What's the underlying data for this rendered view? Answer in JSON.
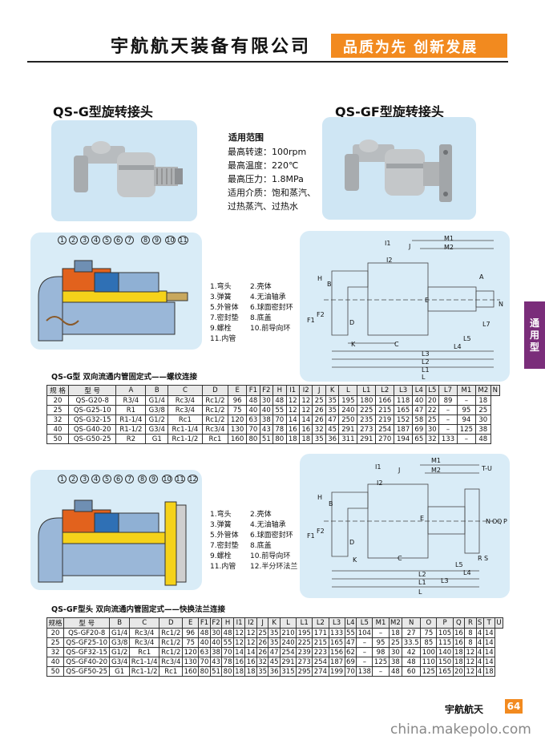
{
  "header": {
    "company": "宇航航天装备有限公司",
    "slogan": "品质为先  创新发展"
  },
  "titles": {
    "qs_g": "QS-G型旋转接头",
    "qs_gf": "QS-GF型旋转接头"
  },
  "specs": {
    "title": "适用范围",
    "lines": [
      "最高转速：100rpm",
      "最高温度：220℃",
      "最高压力：1.8MPa",
      "适用介质：饱和蒸汽、",
      "过热蒸汽、过热水"
    ]
  },
  "callouts_g": [
    "1",
    "2",
    "3",
    "4",
    "5",
    "6",
    "7",
    "8",
    "9",
    "10",
    "11"
  ],
  "callouts_gf": [
    "1",
    "2",
    "3",
    "4",
    "5",
    "6",
    "7",
    "8",
    "9",
    "10",
    "11",
    "12"
  ],
  "legend_g": [
    [
      "1.弯头",
      "2.壳体"
    ],
    [
      "3.弹簧",
      "4.无油轴承"
    ],
    [
      "5.外管体",
      "6.球面密封环"
    ],
    [
      "7.密封垫",
      "8.底盖"
    ],
    [
      "9.螺栓",
      "10.前导向环"
    ],
    [
      "11.内管",
      ""
    ]
  ],
  "legend_gf": [
    [
      "1.弯头",
      "2.壳体"
    ],
    [
      "3.弹簧",
      "4.无油轴承"
    ],
    [
      "5.外管体",
      "6.球面密封环"
    ],
    [
      "7.密封垫",
      "8.底盖"
    ],
    [
      "9.螺栓",
      "10.前导向环"
    ],
    [
      "11.内管",
      "12.半分环法兰"
    ]
  ],
  "dims_g": {
    "M1": "M1",
    "M2": "M2",
    "I1": "I1",
    "I2": "I2",
    "J": "J",
    "H": "H",
    "B": "B",
    "A": "A",
    "N": "N",
    "E": "E",
    "F1": "F1",
    "F2": "F2",
    "D": "D",
    "K": "K",
    "C": "C",
    "L7": "L7",
    "L4": "L4",
    "L5": "L5",
    "L3": "L3",
    "L2": "L2",
    "L1": "L1",
    "L": "L"
  },
  "dims_gf": {
    "M1": "M1",
    "M2": "M2",
    "I1": "I1",
    "I2": "I2",
    "J": "J",
    "TU": "T-U",
    "H": "H",
    "B": "B",
    "N": "N",
    "O": "O",
    "Q": "Q",
    "P": "P",
    "E": "E",
    "F1": "F1",
    "F2": "F2",
    "D": "D",
    "K": "K",
    "C": "C",
    "R": "R",
    "S": "S",
    "L5": "L5",
    "L4": "L4",
    "L3": "L3",
    "L2": "L2",
    "L1": "L1",
    "L": "L"
  },
  "table_g": {
    "caption": "QS-G型  双向流通内管固定式——螺纹连接",
    "headers": [
      "规 格",
      "型    号",
      "A",
      "B",
      "C",
      "D",
      "E",
      "F1",
      "F2",
      "H",
      "I1",
      "I2",
      "J",
      "K",
      "L",
      "L1",
      "L2",
      "L3",
      "L4",
      "L5",
      "L7",
      "M1",
      "M2",
      "N"
    ],
    "rows": [
      [
        "20",
        "QS-G20-8",
        "R3/4",
        "G1/4",
        "Rc3/4",
        "Rc1/2",
        "96",
        "48",
        "30",
        "48",
        "12",
        "12",
        "25",
        "35",
        "195",
        "180",
        "166",
        "118",
        "40",
        "20",
        "89",
        "–",
        "18"
      ],
      [
        "25",
        "QS-G25-10",
        "R1",
        "G3/8",
        "Rc3/4",
        "Rc1/2",
        "75",
        "40",
        "40",
        "55",
        "12",
        "12",
        "26",
        "35",
        "240",
        "225",
        "215",
        "165",
        "47",
        "22",
        "–",
        "95",
        "25"
      ],
      [
        "32",
        "QS-G32-15",
        "R1-1/4",
        "G1/2",
        "Rc1",
        "Rc1/2",
        "120",
        "63",
        "38",
        "70",
        "14",
        "14",
        "26",
        "47",
        "250",
        "235",
        "219",
        "152",
        "58",
        "25",
        "–",
        "94",
        "30"
      ],
      [
        "40",
        "QS-G40-20",
        "R1-1/2",
        "G3/4",
        "Rc1-1/4",
        "Rc3/4",
        "130",
        "70",
        "43",
        "78",
        "16",
        "16",
        "32",
        "45",
        "291",
        "273",
        "254",
        "187",
        "69",
        "30",
        "–",
        "125",
        "38"
      ],
      [
        "50",
        "QS-G50-25",
        "R2",
        "G1",
        "Rc1-1/2",
        "Rc1",
        "160",
        "80",
        "51",
        "80",
        "18",
        "18",
        "35",
        "36",
        "311",
        "291",
        "270",
        "194",
        "65",
        "32",
        "133",
        "–",
        "48"
      ]
    ]
  },
  "table_gf": {
    "caption": "QS-GF型头  双向流通内管固定式——快换法兰连接",
    "headers": [
      "规格",
      "型    号",
      "B",
      "C",
      "D",
      "E",
      "F1",
      "F2",
      "H",
      "I1",
      "I2",
      "J",
      "K",
      "L",
      "L1",
      "L2",
      "L3",
      "L4",
      "L5",
      "M1",
      "M2",
      "N",
      "O",
      "P",
      "Q",
      "R",
      "S",
      "T",
      "U"
    ],
    "rows": [
      [
        "20",
        "QS-GF20-8",
        "G1/4",
        "Rc3/4",
        "Rc1/2",
        "96",
        "48",
        "30",
        "48",
        "12",
        "12",
        "25",
        "35",
        "210",
        "195",
        "171",
        "133",
        "55",
        "104",
        "–",
        "18",
        "27",
        "75",
        "105",
        "16",
        "8",
        "4",
        "14"
      ],
      [
        "25",
        "QS-GF25-10",
        "G3/8",
        "Rc3/4",
        "Rc1/2",
        "75",
        "40",
        "40",
        "55",
        "12",
        "12",
        "26",
        "35",
        "240",
        "225",
        "215",
        "165",
        "47",
        "–",
        "95",
        "25",
        "33.5",
        "85",
        "115",
        "16",
        "8",
        "4",
        "14"
      ],
      [
        "32",
        "QS-GF32-15",
        "G1/2",
        "Rc1",
        "Rc1/2",
        "120",
        "63",
        "38",
        "70",
        "14",
        "14",
        "26",
        "47",
        "254",
        "239",
        "223",
        "156",
        "62",
        "–",
        "98",
        "30",
        "42",
        "100",
        "140",
        "18",
        "12",
        "4",
        "14"
      ],
      [
        "40",
        "QS-GF40-20",
        "G3/4",
        "Rc1-1/4",
        "Rc3/4",
        "130",
        "70",
        "43",
        "78",
        "16",
        "16",
        "32",
        "45",
        "291",
        "273",
        "254",
        "187",
        "69",
        "–",
        "125",
        "38",
        "48",
        "110",
        "150",
        "18",
        "12",
        "4",
        "14"
      ],
      [
        "50",
        "QS-GF50-25",
        "G1",
        "Rc1-1/2",
        "Rc1",
        "160",
        "80",
        "51",
        "80",
        "18",
        "18",
        "35",
        "36",
        "315",
        "295",
        "274",
        "199",
        "70",
        "138",
        "–",
        "48",
        "60",
        "125",
        "165",
        "20",
        "12",
        "4",
        "18"
      ]
    ]
  },
  "side_tab": [
    "通",
    "用",
    "型"
  ],
  "footer": {
    "brand": "宇航航天",
    "page": "64",
    "watermark": "china.makepolo.com"
  }
}
